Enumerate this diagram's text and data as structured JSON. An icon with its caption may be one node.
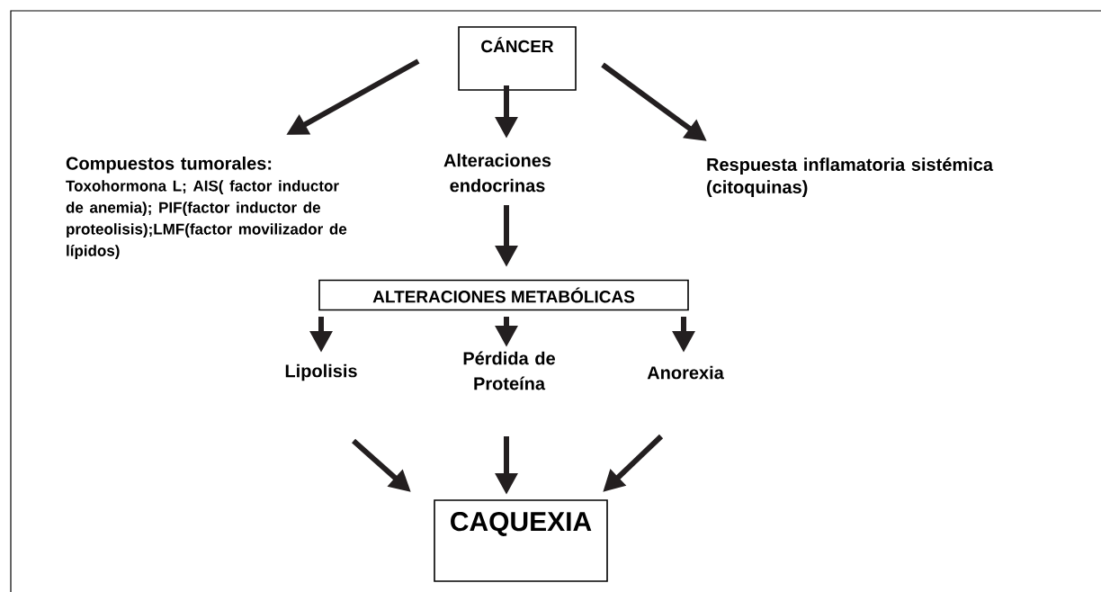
{
  "diagram": {
    "nodes": [
      {
        "text": [
          "CÁNCER"
        ]
      },
      {
        "text": [
          "Compuestos tumorales:",
          "Toxohormona L; AIS( factor inductor de anemia); PIF(factor inductor de proteolisis);LMF(factor movilizador de lípidos)"
        ]
      },
      {
        "text": [
          "Alteraciones endocrinas"
        ]
      },
      {
        "text": [
          "Respuesta inflamatoria sistémica (citoquinas)"
        ]
      },
      {
        "text": [
          "ALTERACIONES METABÓLICAS"
        ]
      },
      {
        "text": [
          "Lipolisis"
        ]
      },
      {
        "text": [
          "Pérdida de Proteína"
        ]
      },
      {
        "text": [
          "Anorexia"
        ]
      },
      {
        "text": [
          "CAQUEXIA"
        ]
      }
    ],
    "edges": [
      {
        "from": 0,
        "to": 1,
        "arrow": "to"
      },
      {
        "from": 0,
        "to": 2,
        "arrow": "to"
      },
      {
        "from": 0,
        "to": 3,
        "arrow": "to"
      },
      {
        "from": 2,
        "to": 4,
        "arrow": "to"
      },
      {
        "from": 4,
        "to": 5,
        "arrow": "to"
      },
      {
        "from": 4,
        "to": 6,
        "arrow": "to"
      },
      {
        "from": 4,
        "to": 7,
        "arrow": "to"
      },
      {
        "from": 5,
        "to": 8,
        "arrow": "to"
      },
      {
        "from": 6,
        "to": 8,
        "arrow": "to"
      },
      {
        "from": 7,
        "to": 8,
        "arrow": "to"
      }
    ]
  }
}
